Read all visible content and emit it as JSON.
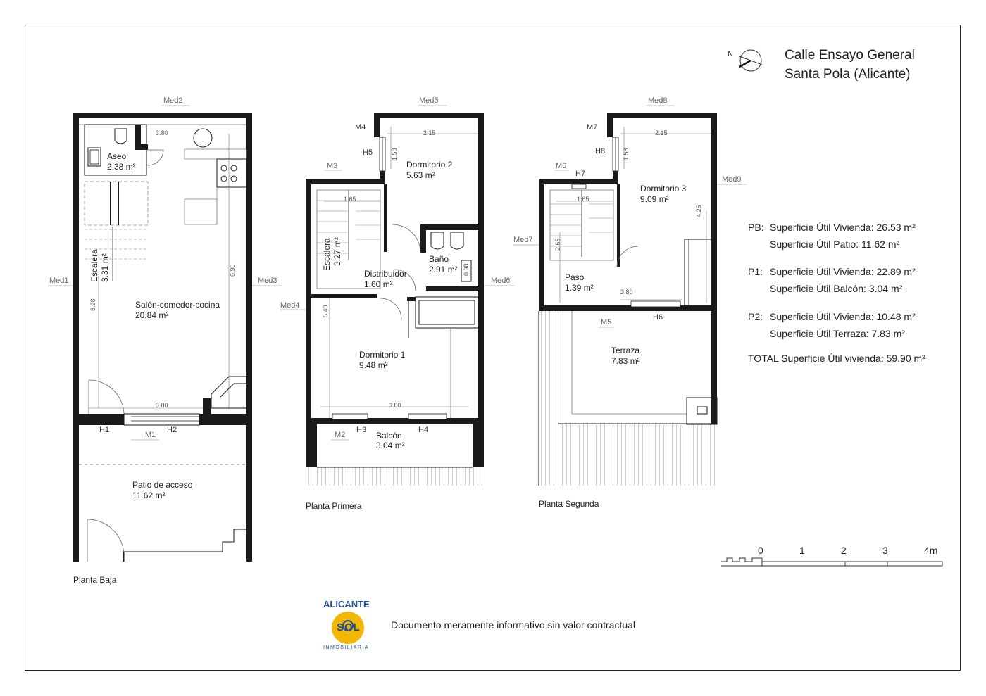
{
  "header": {
    "north": "N",
    "address_line1": "Calle Ensayo General",
    "address_line2": "Santa Pola (Alicante)"
  },
  "floors": {
    "ground": {
      "label": "Planta Baja",
      "rooms": {
        "aseo": {
          "name": "Aseo",
          "area": "2.38 m²"
        },
        "escalera": {
          "name": "Escalera",
          "area": "3.31 m²"
        },
        "salon": {
          "name": "Salón-comedor-cocina",
          "area": "20.84 m²"
        },
        "patio": {
          "name": "Patio de acceso",
          "area": "11.62 m²"
        }
      },
      "marks": {
        "med1": "Med1",
        "med2": "Med2",
        "med3": "Med3",
        "m1": "M1",
        "h1": "H1",
        "h2": "H2"
      },
      "dims": {
        "top": "3.80",
        "bottom": "3.80",
        "left": "6.98",
        "right": "6.98"
      }
    },
    "first": {
      "label": "Planta Primera",
      "rooms": {
        "dormitorio2": {
          "name": "Dormitorio 2",
          "area": "5.63 m²"
        },
        "escalera": {
          "name": "Escalera",
          "area": "3.27 m²"
        },
        "distribuidor": {
          "name": "Distribuidor",
          "area": "1.60 m²"
        },
        "bano": {
          "name": "Baño",
          "area": "2.91 m²"
        },
        "dormitorio1": {
          "name": "Dormitorio 1",
          "area": "9.48 m²"
        },
        "balcon": {
          "name": "Balcón",
          "area": "3.04 m²"
        }
      },
      "marks": {
        "med4": "Med4",
        "med5": "Med5",
        "med6": "Med6",
        "m2": "M2",
        "m3": "M3",
        "m4": "M4",
        "h3": "H3",
        "h4": "H4",
        "h5": "H5"
      },
      "dims": {
        "top": "2.15",
        "stair": "1.65",
        "v158": "1.58",
        "v540": "5.40",
        "bath": "0.98",
        "bottom": "3.80"
      }
    },
    "second": {
      "label": "Planta Segunda",
      "rooms": {
        "dormitorio3": {
          "name": "Dormitorio 3",
          "area": "9.09 m²"
        },
        "paso": {
          "name": "Paso",
          "area": "1.39 m²"
        },
        "terraza": {
          "name": "Terraza",
          "area": "7.83 m²"
        }
      },
      "marks": {
        "med7": "Med7",
        "med8": "Med8",
        "med9": "Med9",
        "m5": "M5",
        "m6": "M6",
        "m7": "M7",
        "h6": "H6",
        "h7": "H7",
        "h8": "H8"
      },
      "dims": {
        "top": "2.15",
        "stair": "1.65",
        "v158": "1.58",
        "v426": "4.26",
        "v265": "2.65",
        "bottom": "3.80"
      }
    }
  },
  "summary": [
    {
      "prefix": "PB:",
      "text": "Superficie Útil Vivienda: 26.53 m²"
    },
    {
      "prefix": "",
      "text": "Superficie Útil Patio: 11.62 m²"
    },
    {
      "prefix": "P1:",
      "text": "Superficie Útil Vivienda: 22.89 m²"
    },
    {
      "prefix": "",
      "text": "Superficie Útil Balcón: 3.04 m²"
    },
    {
      "prefix": "P2:",
      "text": "Superficie Útil Vivienda: 10.48 m²"
    },
    {
      "prefix": "",
      "text": "Superficie Útil Terraza: 7.83 m²"
    },
    {
      "prefix": "",
      "text": "TOTAL Superficie Útil vivienda: 59.90 m²"
    }
  ],
  "scale": {
    "ticks": [
      "0",
      "1",
      "2",
      "3",
      "4m"
    ]
  },
  "footer": {
    "logo_top": "ALICANTE",
    "logo_mid": "SOL",
    "logo_bottom": "INMOBILIARIA",
    "disclaimer": "Documento meramente informativo sin valor contractual"
  },
  "colors": {
    "wall": "#1a1a1a",
    "line": "#555555",
    "logo_yellow": "#f2b705",
    "logo_blue": "#1f4e9a"
  }
}
